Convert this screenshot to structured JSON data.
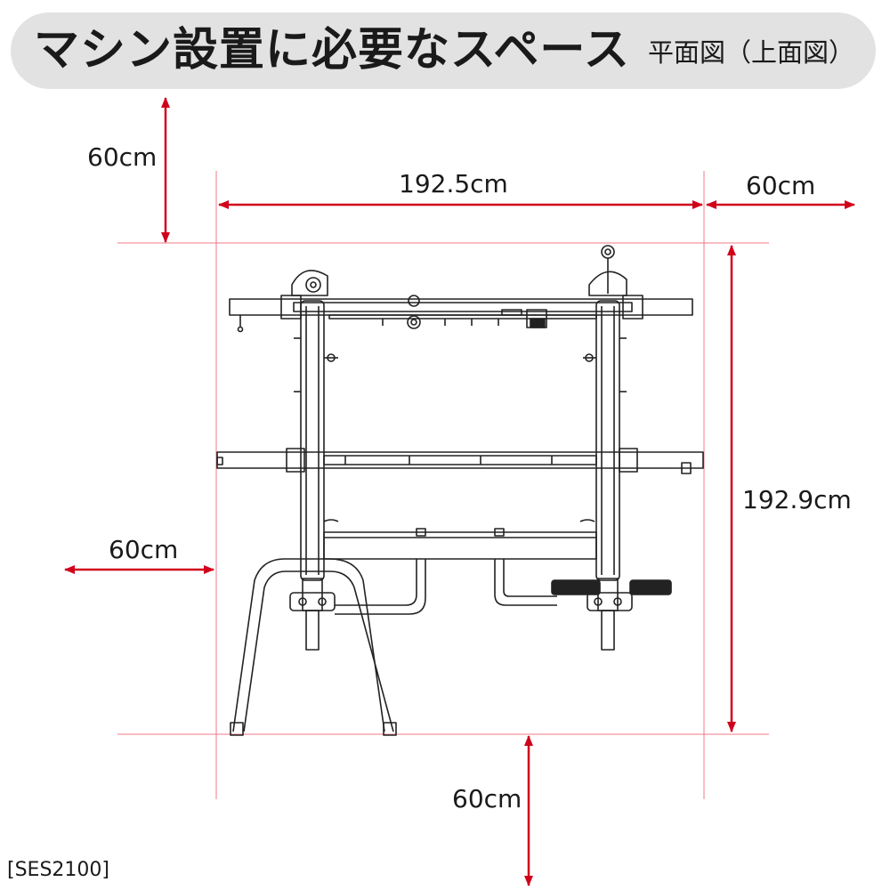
{
  "header": {
    "title": "マシン設置に必要なスペース",
    "subtitle": "平面図（上面図）"
  },
  "dimensions": {
    "clearance_top": "60cm",
    "width": "192.5cm",
    "clearance_right": "60cm",
    "depth": "192.9cm",
    "clearance_left": "60cm",
    "clearance_bottom": "60cm"
  },
  "model": "[SES2100]",
  "colors": {
    "dimension_arrow": "#d0021b",
    "guide_line": "#f07a8a",
    "header_bg": "#e2e2e2",
    "drawing_stroke": "#222222"
  }
}
